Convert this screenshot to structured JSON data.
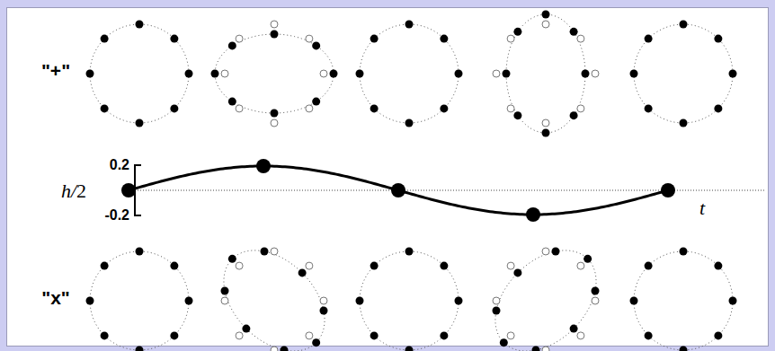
{
  "diagram": {
    "labels": [
      "\"+\"",
      "0.2",
      "h/2",
      "-0.2",
      "t",
      "\"x\""
    ]
  }
}
